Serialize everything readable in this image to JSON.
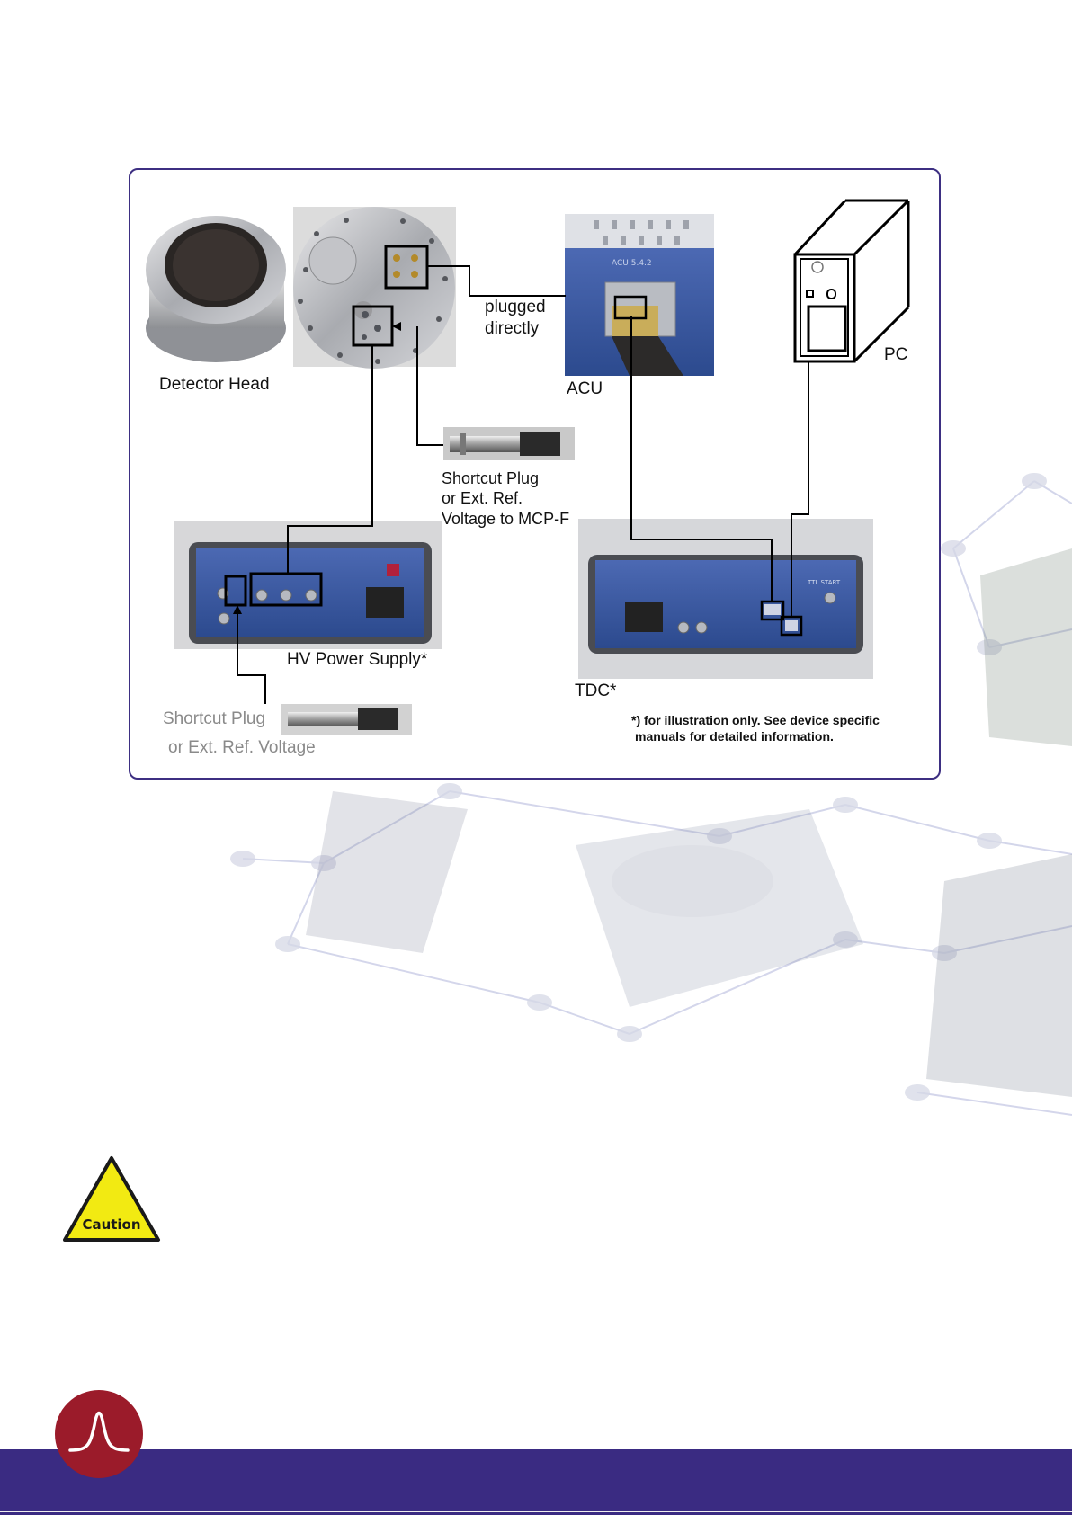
{
  "diagram": {
    "labels": {
      "detector_head": "Detector Head",
      "plugged_directly_line1": "plugged",
      "plugged_directly_line2": "directly",
      "acu": "ACU",
      "pc": "PC",
      "shortcut_plug_mcp_line1": "Shortcut Plug",
      "shortcut_plug_mcp_line2": "or Ext. Ref.",
      "shortcut_plug_mcp_line3": "Voltage to MCP-F",
      "hv_power_supply": "HV Power Supply*",
      "tdc": "TDC*",
      "shortcut_plug_hv_line1": "Shortcut Plug",
      "shortcut_plug_hv_line2": "or Ext. Ref. Voltage",
      "note_line1": "*) for illustration only. See device specific",
      "note_line2": "manuals for detailed information."
    },
    "device_text": {
      "acu_plate": "ACU 5.4.2",
      "tdc_port": "TTL START"
    }
  },
  "caution": {
    "label": "Caution"
  },
  "colors": {
    "frame": "#3d2f82",
    "footer": "#3a2b82",
    "logo": "#9b1b2a",
    "caution_fill": "#f2ea12",
    "device_blue": "#34509a"
  }
}
